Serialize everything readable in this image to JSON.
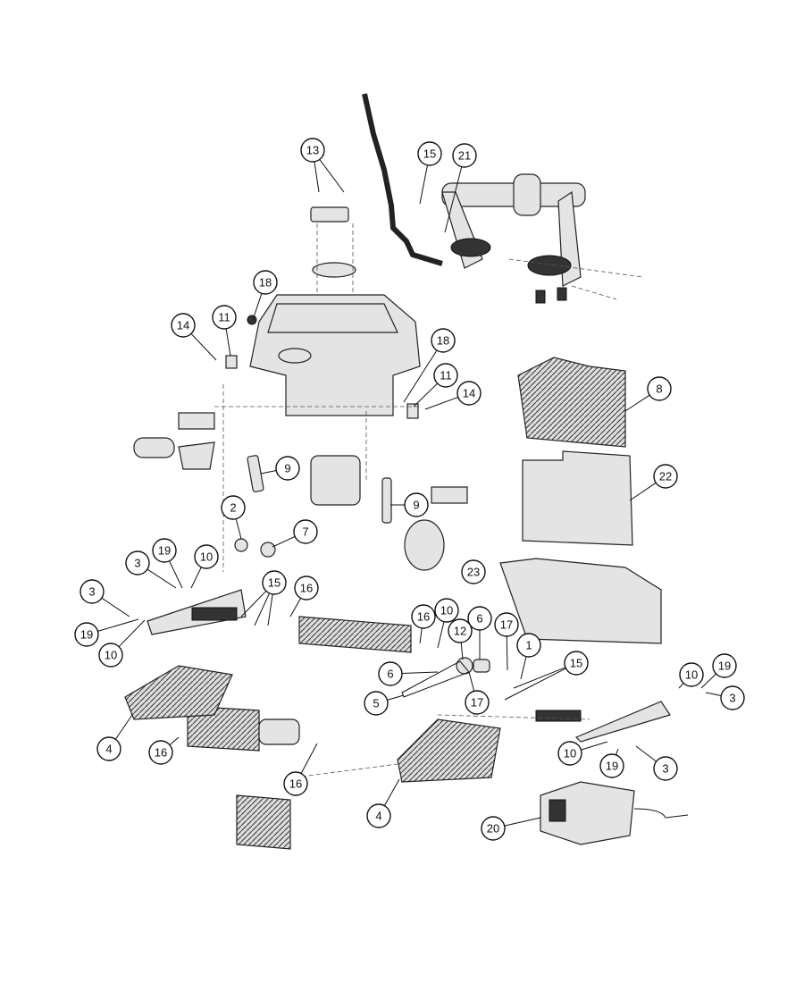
{
  "diagram": {
    "type": "exploded-parts-diagram",
    "callouts": [
      {
        "id": "c13",
        "label": "13"
      },
      {
        "id": "c15a",
        "label": "15"
      },
      {
        "id": "c21",
        "label": "21"
      },
      {
        "id": "c18a",
        "label": "18"
      },
      {
        "id": "c11a",
        "label": "11"
      },
      {
        "id": "c14a",
        "label": "14"
      },
      {
        "id": "c18b",
        "label": "18"
      },
      {
        "id": "c11b",
        "label": "11"
      },
      {
        "id": "c14b",
        "label": "14"
      },
      {
        "id": "c8",
        "label": "8"
      },
      {
        "id": "c9a",
        "label": "9"
      },
      {
        "id": "c22",
        "label": "22"
      },
      {
        "id": "c9b",
        "label": "9"
      },
      {
        "id": "c2",
        "label": "2"
      },
      {
        "id": "c7",
        "label": "7"
      },
      {
        "id": "c23",
        "label": "23"
      },
      {
        "id": "c3a",
        "label": "3"
      },
      {
        "id": "c19a",
        "label": "19"
      },
      {
        "id": "c10a",
        "label": "10"
      },
      {
        "id": "c15b",
        "label": "15"
      },
      {
        "id": "c16a",
        "label": "16"
      },
      {
        "id": "c3b",
        "label": "3"
      },
      {
        "id": "c19b",
        "label": "19"
      },
      {
        "id": "c10b",
        "label": "10"
      },
      {
        "id": "c16b",
        "label": "16"
      },
      {
        "id": "c10c",
        "label": "10"
      },
      {
        "id": "c6a",
        "label": "6"
      },
      {
        "id": "c12",
        "label": "12"
      },
      {
        "id": "c17a",
        "label": "17"
      },
      {
        "id": "c1",
        "label": "1"
      },
      {
        "id": "c15c",
        "label": "15"
      },
      {
        "id": "c6b",
        "label": "6"
      },
      {
        "id": "c5",
        "label": "5"
      },
      {
        "id": "c17b",
        "label": "17"
      },
      {
        "id": "c10d",
        "label": "10"
      },
      {
        "id": "c19c",
        "label": "19"
      },
      {
        "id": "c3c",
        "label": "3"
      },
      {
        "id": "c4a",
        "label": "4"
      },
      {
        "id": "c16c",
        "label": "16"
      },
      {
        "id": "c16d",
        "label": "16"
      },
      {
        "id": "c4b",
        "label": "4"
      },
      {
        "id": "c10e",
        "label": "10"
      },
      {
        "id": "c19d",
        "label": "19"
      },
      {
        "id": "c3d",
        "label": "3"
      },
      {
        "id": "c20",
        "label": "20"
      }
    ]
  }
}
